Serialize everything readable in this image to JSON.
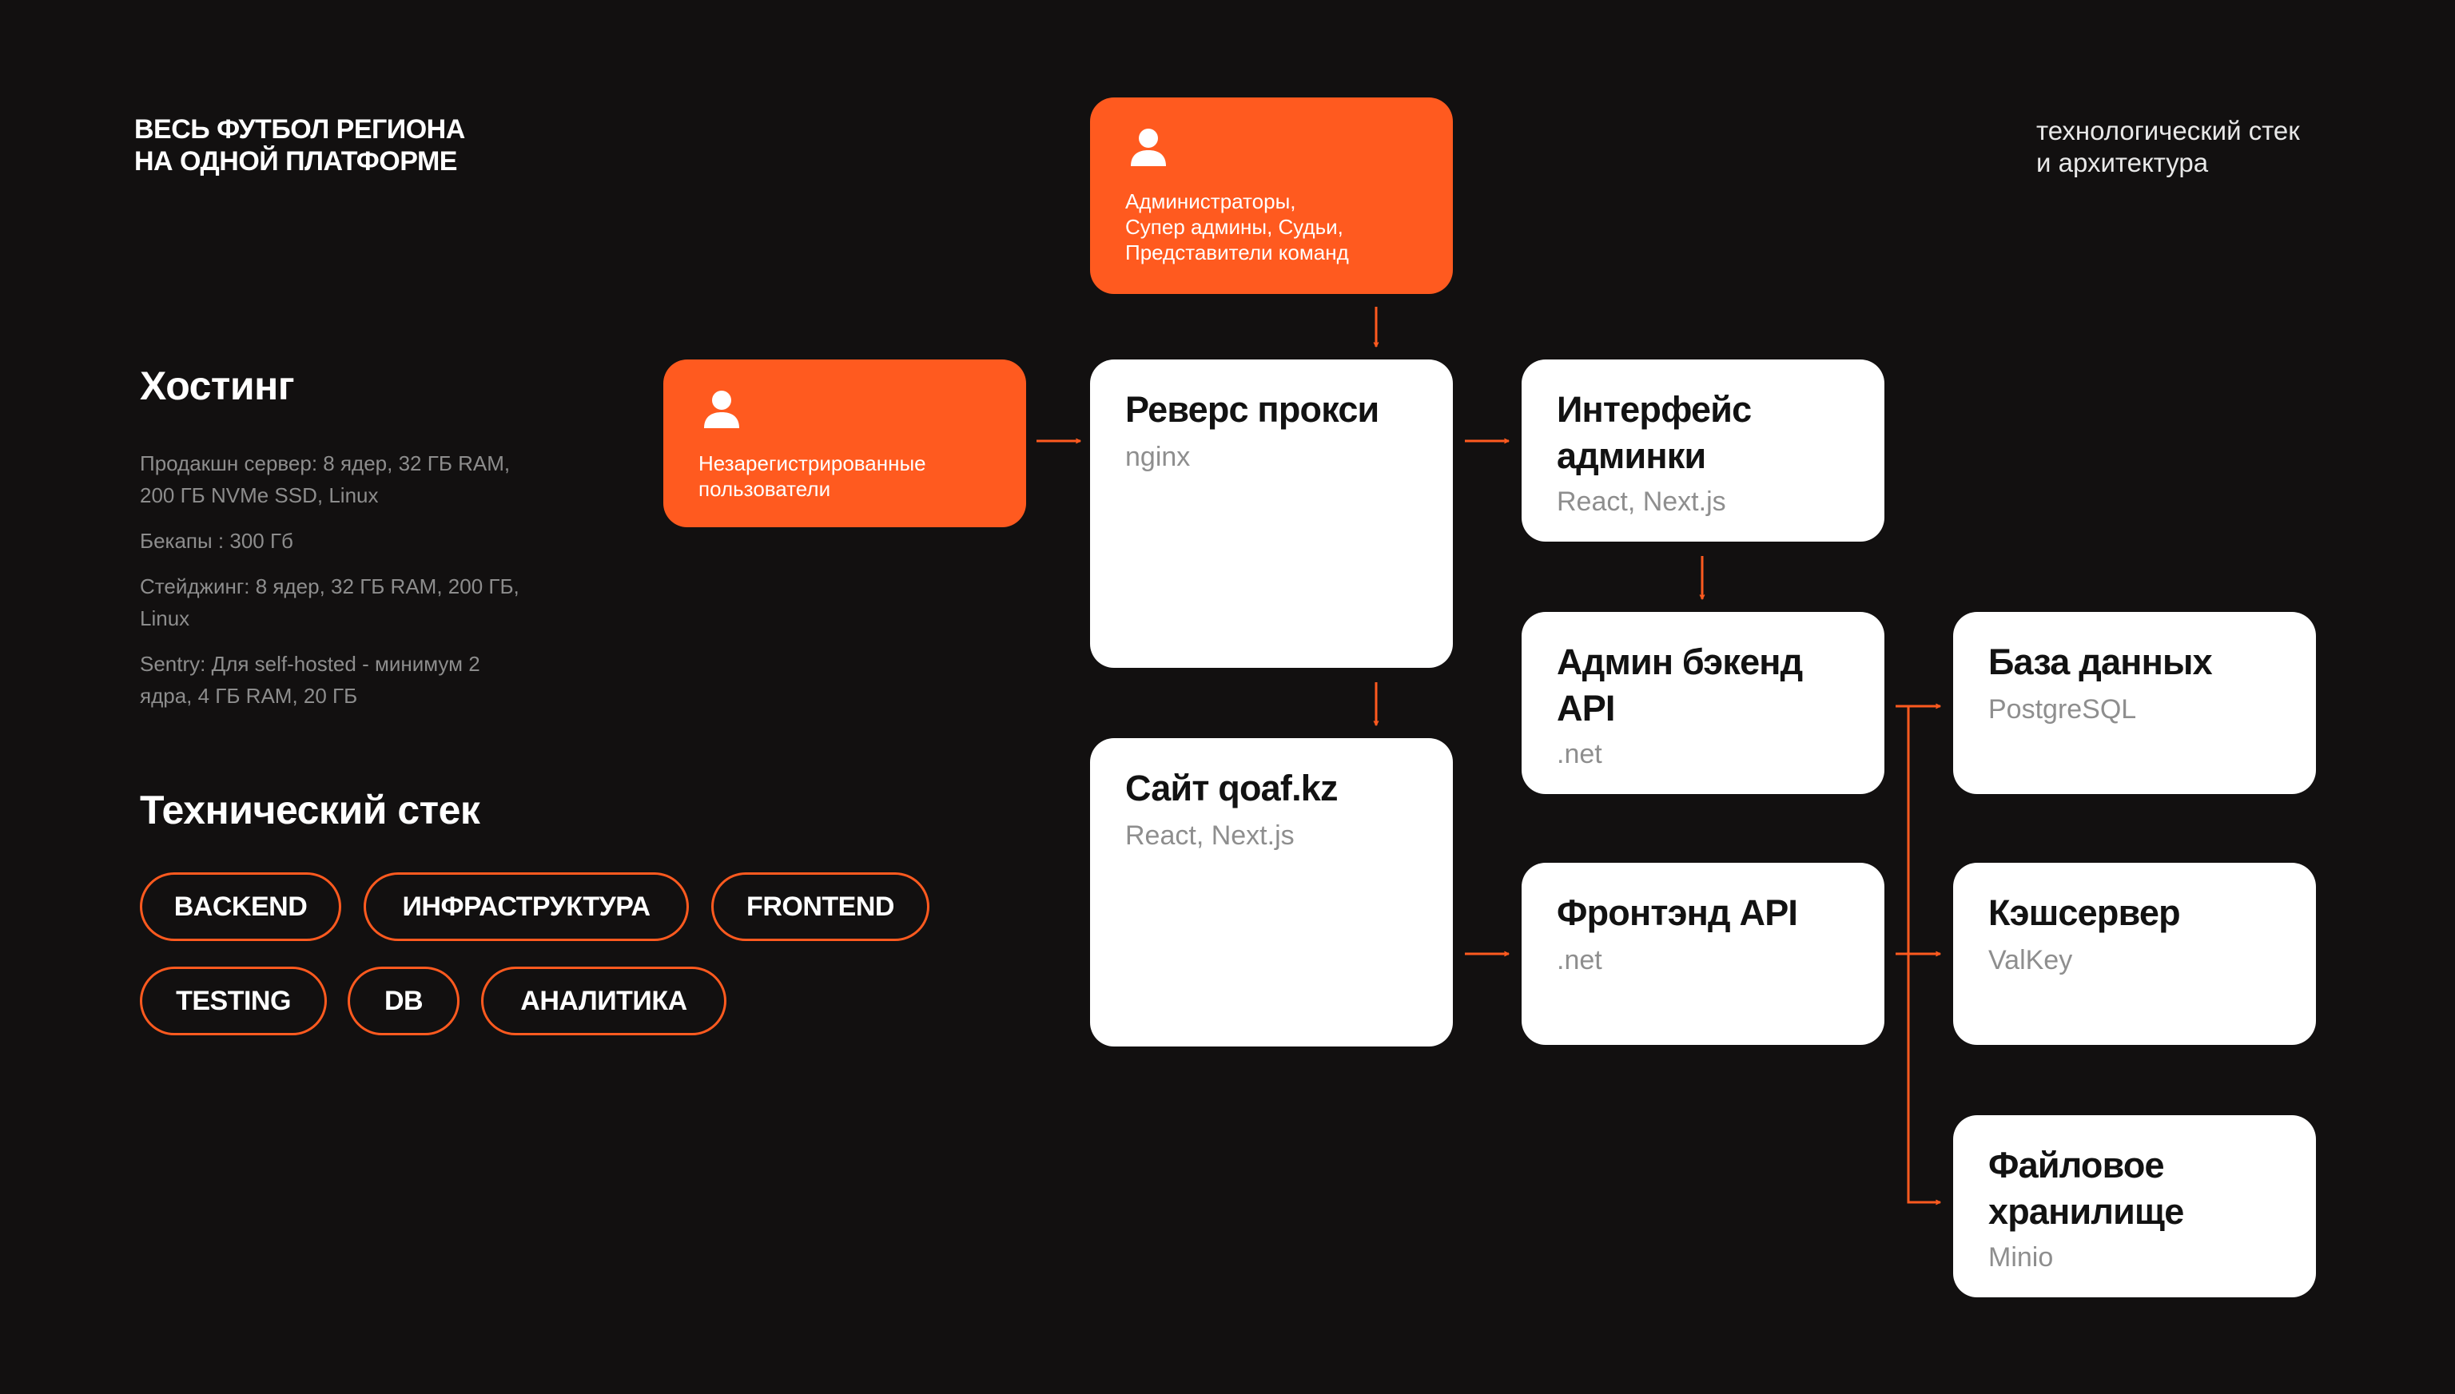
{
  "brand": {
    "line1": "ВЕСЬ ФУТБОЛ РЕГИОНА",
    "line2": "НА ОДНОЙ ПЛАТФОРМЕ"
  },
  "subtitle": {
    "line1": "технологический стек",
    "line2": "и архитектура"
  },
  "hosting": {
    "heading": "Хостинг",
    "items": [
      "Продакшн сервер: 8 ядер, 32 ГБ RAM, 200 ГБ NVMe SSD, Linux",
      "Бекапы : 300 Гб",
      "Стейджинг: 8 ядер, 32 ГБ RAM, 200 ГБ, Linux",
      "Sentry: Для self-hosted - минимум 2 ядра, 4 ГБ RAM, 20 ГБ"
    ]
  },
  "tech_stack": {
    "heading": "Технический стек",
    "tags": [
      "BACKEND",
      "ИНФРАСТРУКТУРА",
      "FRONTEND",
      "TESTING",
      "DB",
      "АНАЛИТИКА"
    ]
  },
  "diagram": {
    "admins": {
      "icon": "user-icon",
      "line1": "Администраторы,",
      "line2": "Супер админы, Судьи,",
      "line3": "Представители команд"
    },
    "guests": {
      "icon": "user-icon",
      "line1": "Незарегистрированные",
      "line2": "пользователи"
    },
    "proxy": {
      "title": "Реверс прокси",
      "tech": "nginx"
    },
    "site": {
      "title": "Сайт qoaf.kz",
      "tech": "React, Next.js"
    },
    "admin_ui": {
      "title_line1": "Интерфейс",
      "title_line2": "админки",
      "tech": "React, Next.js"
    },
    "admin_api": {
      "title_line1": "Админ бэкенд",
      "title_line2": "API",
      "tech": ".net"
    },
    "front_api": {
      "title": "Фронтэнд API",
      "tech": ".net"
    },
    "database": {
      "title": "База данных",
      "tech": "PostgreSQL"
    },
    "cache": {
      "title": "Кэшсервер",
      "tech": "ValKey"
    },
    "storage": {
      "title_line1": "Файловое",
      "title_line2": "хранилище",
      "tech": "Minio"
    }
  },
  "colors": {
    "background": "#121010",
    "accent": "#ff5a1f",
    "card": "#ffffff",
    "muted_text": "#8e8e8e"
  }
}
